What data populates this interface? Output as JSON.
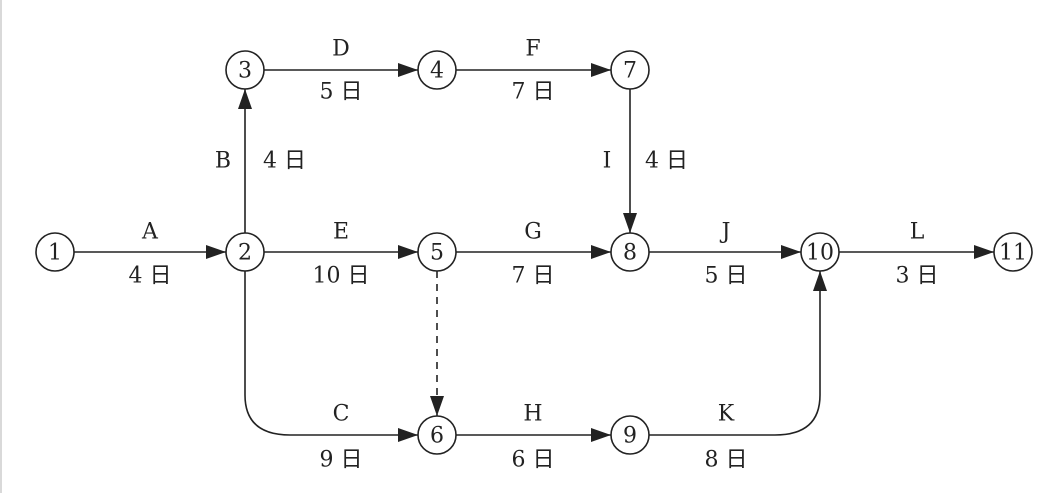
{
  "diagram": {
    "colors": {
      "stroke": "#222222",
      "background": "#ffffff"
    },
    "nodes": [
      {
        "id": "1",
        "label": "1"
      },
      {
        "id": "2",
        "label": "2"
      },
      {
        "id": "3",
        "label": "3"
      },
      {
        "id": "4",
        "label": "4"
      },
      {
        "id": "5",
        "label": "5"
      },
      {
        "id": "6",
        "label": "6"
      },
      {
        "id": "7",
        "label": "7"
      },
      {
        "id": "8",
        "label": "8"
      },
      {
        "id": "9",
        "label": "9"
      },
      {
        "id": "10",
        "label": "10"
      },
      {
        "id": "11",
        "label": "11"
      }
    ],
    "edges": [
      {
        "id": "A",
        "from": "1",
        "to": "2",
        "activity": "A",
        "duration": "4 日"
      },
      {
        "id": "B",
        "from": "2",
        "to": "3",
        "activity": "B",
        "duration": "4 日"
      },
      {
        "id": "C",
        "from": "2",
        "to": "6",
        "activity": "C",
        "duration": "9 日"
      },
      {
        "id": "D",
        "from": "3",
        "to": "4",
        "activity": "D",
        "duration": "5 日"
      },
      {
        "id": "E",
        "from": "2",
        "to": "5",
        "activity": "E",
        "duration": "10 日"
      },
      {
        "id": "F",
        "from": "4",
        "to": "7",
        "activity": "F",
        "duration": "7 日"
      },
      {
        "id": "G",
        "from": "5",
        "to": "8",
        "activity": "G",
        "duration": "7 日"
      },
      {
        "id": "H",
        "from": "6",
        "to": "9",
        "activity": "H",
        "duration": "6 日"
      },
      {
        "id": "I",
        "from": "7",
        "to": "8",
        "activity": "I",
        "duration": "4 日"
      },
      {
        "id": "J",
        "from": "8",
        "to": "10",
        "activity": "J",
        "duration": "5 日"
      },
      {
        "id": "K",
        "from": "9",
        "to": "10",
        "activity": "K",
        "duration": "8 日"
      },
      {
        "id": "L",
        "from": "10",
        "to": "11",
        "activity": "L",
        "duration": "3 日"
      },
      {
        "id": "dummy",
        "from": "5",
        "to": "6",
        "activity": "",
        "duration": "",
        "dashed": true
      }
    ]
  }
}
